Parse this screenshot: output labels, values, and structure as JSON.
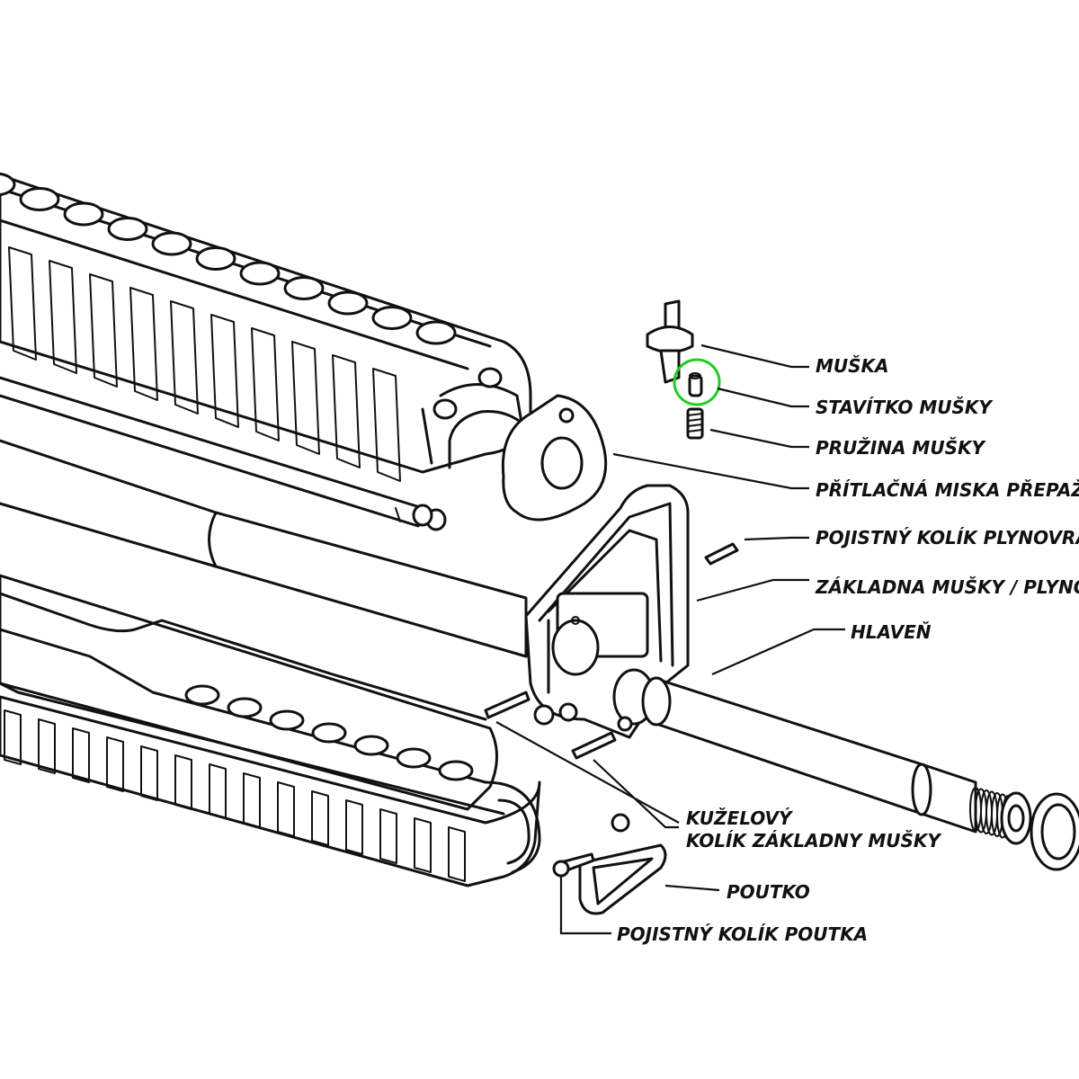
{
  "labels": {
    "muska": "MUŠKA",
    "stavitko": "STAVÍTKO MUŠKY",
    "pruzina": "PRUŽINA MUŠKY",
    "pritlacna": "PŘÍTLAČNÁ MISKA PŘEPAŽBÍ",
    "pojistny_plyn": "POJISTNÝ KOLÍK PLYNOVRATN",
    "zakladna": "ZÁKLADNA MUŠKY / PLYNOV",
    "hlaven": "HLAVEŇ",
    "kuzelovy_1": "KUŽELOVÝ",
    "kuzelovy_2": "KOLÍK ZÁKLADNY MUŠKY",
    "poutko": "POUTKO",
    "pojistny_poutka": "POJISTNÝ KOLÍK POUTKA"
  },
  "colors": {
    "line": "#111111",
    "background": "#ffffff",
    "highlight": "#22cc22"
  }
}
